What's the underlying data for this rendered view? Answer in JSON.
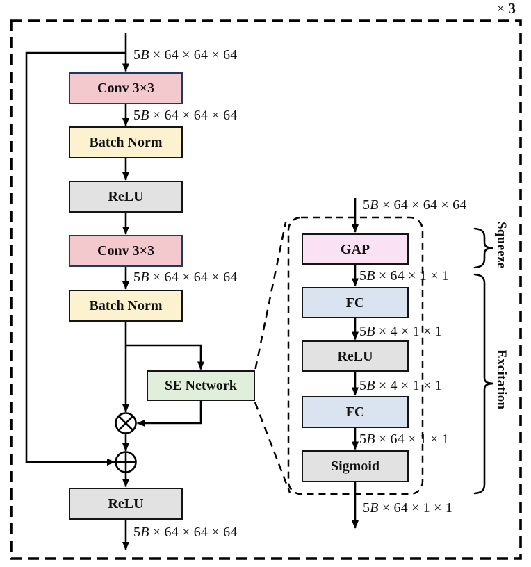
{
  "repeat": {
    "times": "× ",
    "count": "3"
  },
  "blocks": {
    "conv1": "Conv 3×3",
    "bn1": "Batch Norm",
    "relu1": "ReLU",
    "conv2": "Conv 3×3",
    "bn2": "Batch Norm",
    "se": "SE Network",
    "relu_out": "ReLU",
    "gap": "GAP",
    "fc1": "FC",
    "se_relu": "ReLU",
    "fc2": "FC",
    "sigmoid": "Sigmoid"
  },
  "dims": {
    "input": {
      "pre": "5",
      "it": "B",
      "post": " × 64 × 64 × 64"
    },
    "after_conv1": {
      "pre": "5",
      "it": "B",
      "post": " × 64 × 64 × 64"
    },
    "after_conv2": {
      "pre": "5",
      "it": "B",
      "post": " × 64 × 64 × 64"
    },
    "output": {
      "pre": "5",
      "it": "B",
      "post": " × 64 × 64 × 64"
    },
    "se_input": {
      "pre": "5",
      "it": "B",
      "post": " × 64 × 64 × 64"
    },
    "after_gap": {
      "pre": "5",
      "it": "B",
      "post": " × 64 × 1 × 1"
    },
    "after_fc1": {
      "pre": "5",
      "it": "B",
      "post": " × 4 × 1 × 1"
    },
    "after_relu": {
      "pre": "5",
      "it": "B",
      "post": " × 4 × 1 × 1"
    },
    "after_fc2": {
      "pre": "5",
      "it": "B",
      "post": " × 64 × 1 × 1"
    },
    "se_output": {
      "pre": "5",
      "it": "B",
      "post": " × 64 × 1 × 1"
    }
  },
  "annotations": {
    "squeeze": "Squeeze",
    "excitation": "Excitation"
  },
  "ops": {
    "multiply_symbol": "⊗",
    "add_symbol": "⊕"
  },
  "colors": {
    "conv_fill": "#f4c9cd",
    "conv_border": "#1f3864",
    "bn_fill": "#fdf2d0",
    "relu_fill": "#e2e2e2",
    "gap_fill": "#fae1f3",
    "fc_fill": "#dae4f0",
    "se_fill": "#e1eedb",
    "box_border": "#141414",
    "line": "#000000"
  }
}
